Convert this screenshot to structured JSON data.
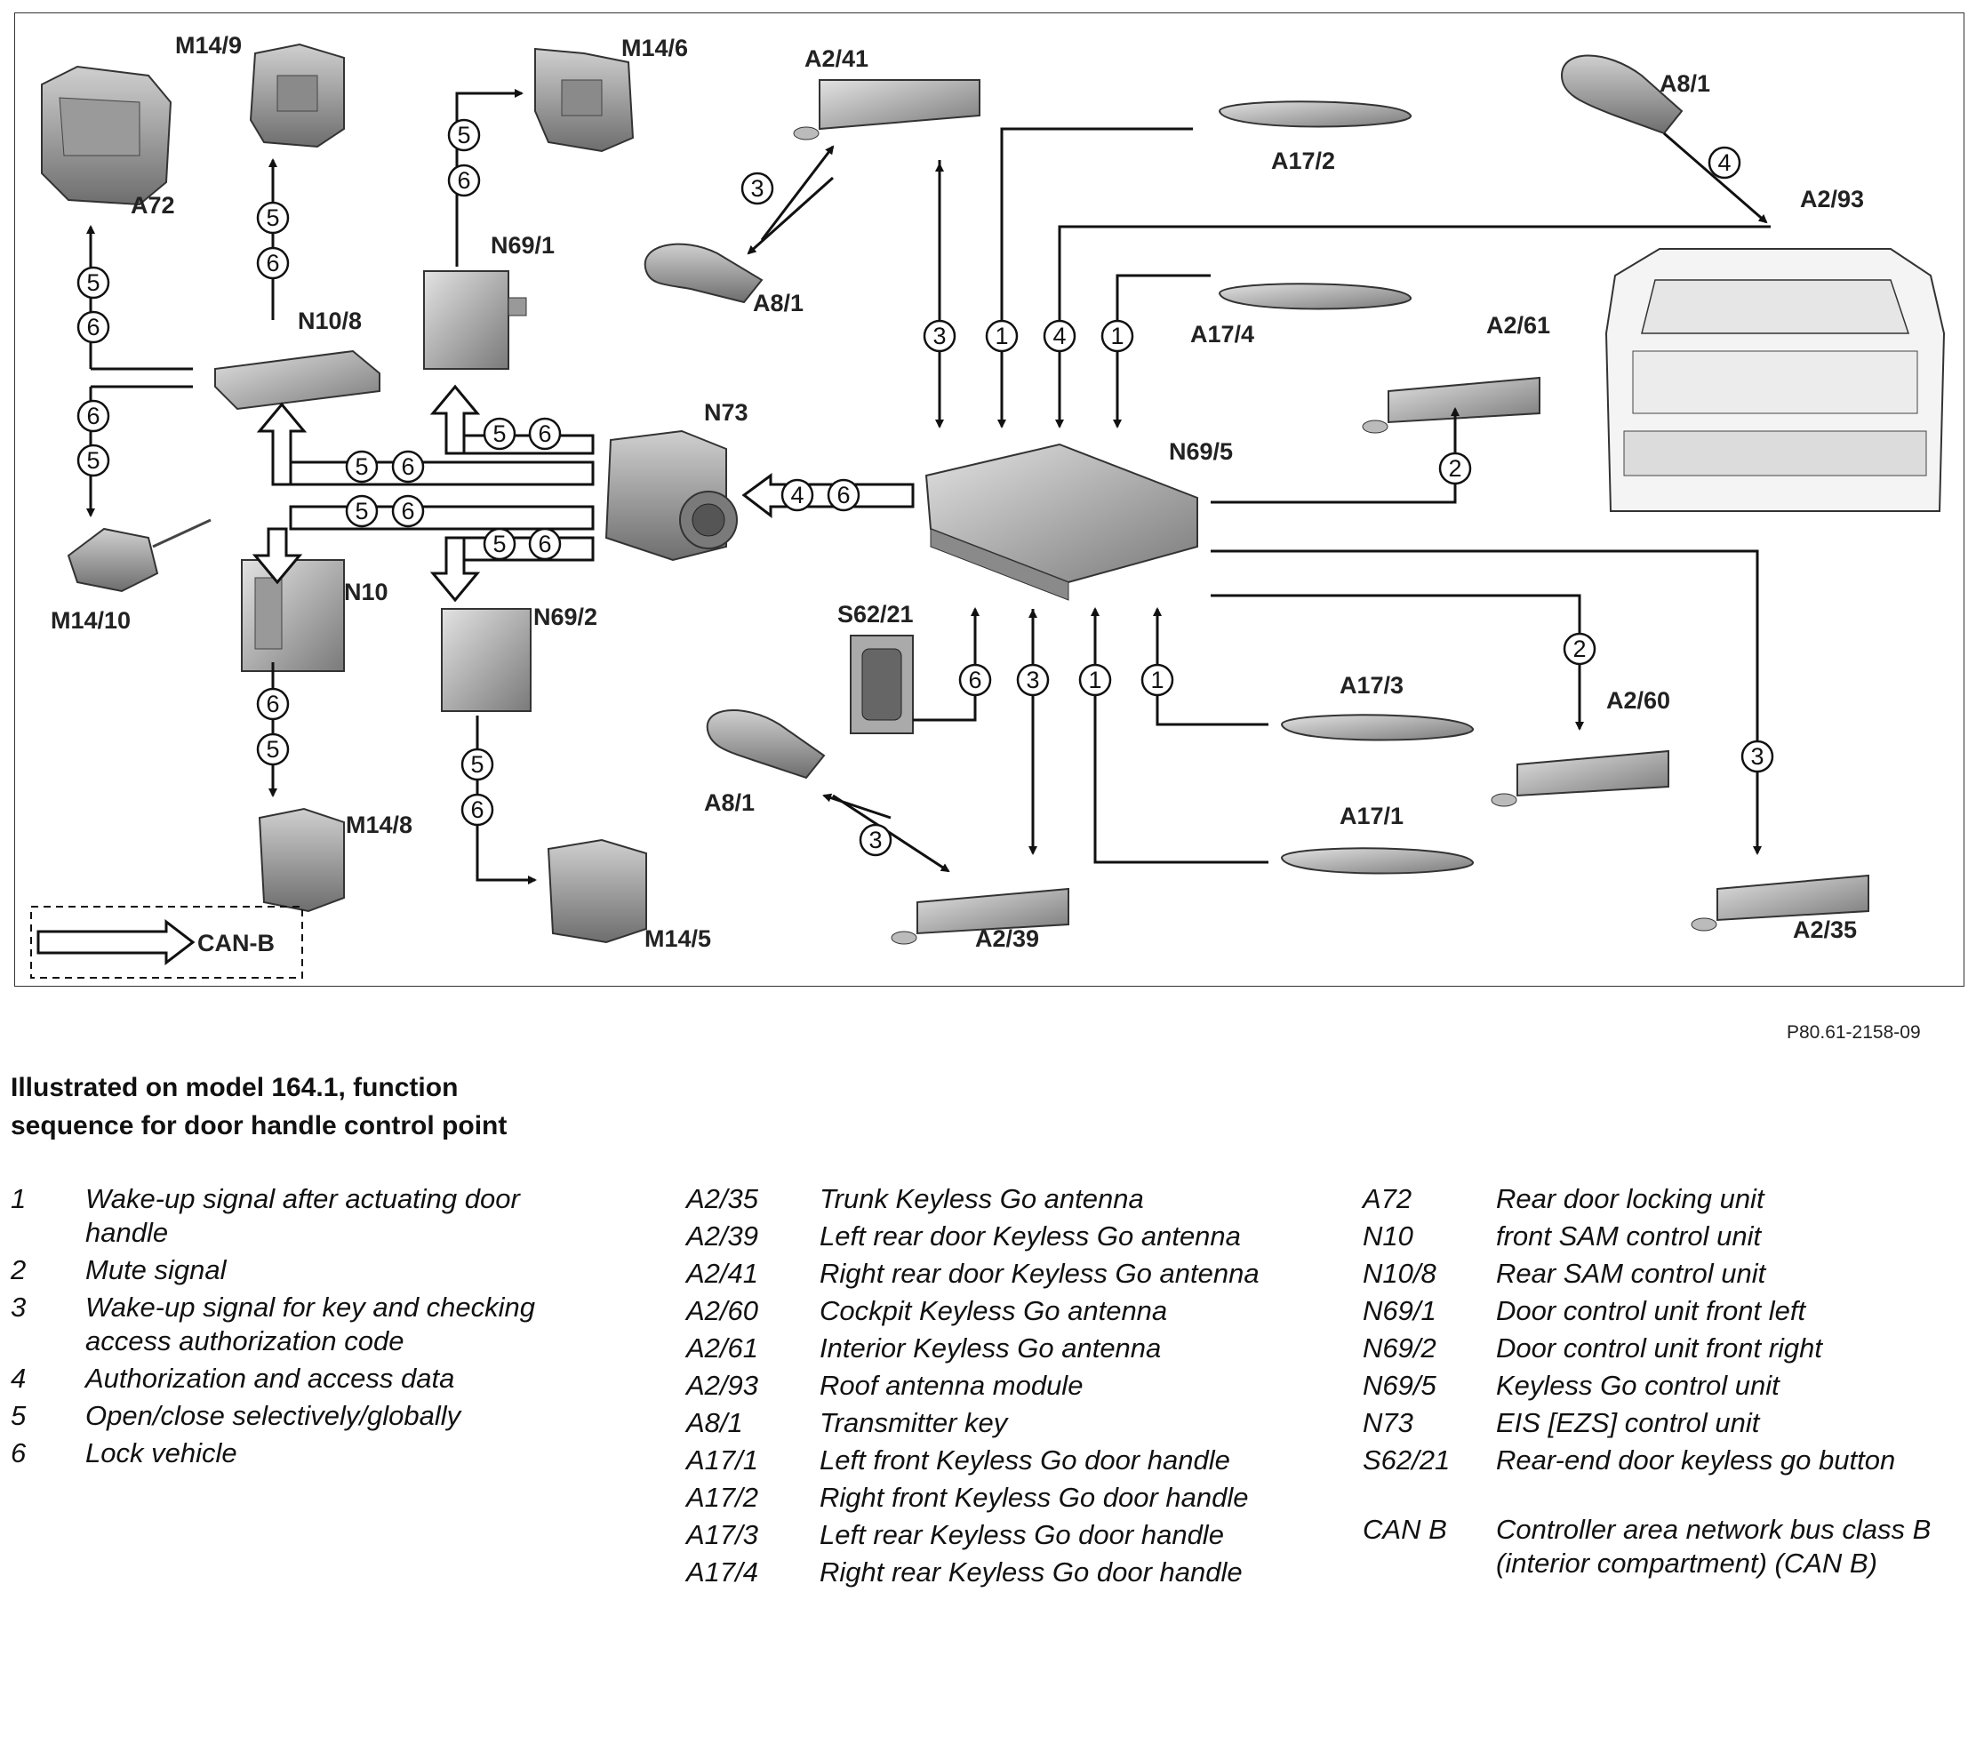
{
  "labels": {
    "A72": "A72",
    "M14_9": "M14/9",
    "M14_6": "M14/6",
    "A2_41": "A2/41",
    "A8_1_top": "A8/1",
    "A8_1_mid": "A8/1",
    "A8_1_bot": "A8/1",
    "A17_2": "A17/2",
    "A2_93": "A2/93",
    "N69_1": "N69/1",
    "N10_8": "N10/8",
    "A17_4": "A17/4",
    "A2_61": "A2/61",
    "N73": "N73",
    "N69_5": "N69/5",
    "M14_10": "M14/10",
    "N10": "N10",
    "N69_2": "N69/2",
    "S62_21": "S62/21",
    "A17_3": "A17/3",
    "A2_60": "A2/60",
    "A17_1": "A17/1",
    "M14_8": "M14/8",
    "A2_39": "A2/39",
    "M14_5": "M14/5",
    "A2_35": "A2/35",
    "CAN_B": "CAN-B"
  },
  "reference": "P80.61-2158-09",
  "title_line1": "Illustrated on model 164.1, function",
  "title_line2": "sequence for door handle control point",
  "legend_signals": [
    {
      "key": "1",
      "text": "Wake-up signal after actuating door handle"
    },
    {
      "key": "2",
      "text": "Mute signal"
    },
    {
      "key": "3",
      "text": "Wake-up signal for key and checking access authorization code"
    },
    {
      "key": "4",
      "text": "Authorization and access data"
    },
    {
      "key": "5",
      "text": "Open/close selectively/globally"
    },
    {
      "key": "6",
      "text": "Lock vehicle"
    }
  ],
  "legend_components_a": [
    {
      "key": "A2/35",
      "text": "Trunk Keyless Go antenna"
    },
    {
      "key": "A2/39",
      "text": "Left rear door Keyless Go antenna"
    },
    {
      "key": "A2/41",
      "text": "Right rear door Keyless Go antenna"
    },
    {
      "key": "A2/60",
      "text": "Cockpit Keyless Go antenna"
    },
    {
      "key": "A2/61",
      "text": "Interior Keyless Go antenna"
    },
    {
      "key": "A2/93",
      "text": "Roof antenna module"
    },
    {
      "key": "A8/1",
      "text": "Transmitter key"
    },
    {
      "key": "A17/1",
      "text": "Left front Keyless Go door handle"
    },
    {
      "key": "A17/2",
      "text": "Right front Keyless Go door handle"
    },
    {
      "key": "A17/3",
      "text": "Left rear Keyless Go door handle"
    },
    {
      "key": "A17/4",
      "text": "Right rear Keyless Go door handle"
    }
  ],
  "legend_components_b": [
    {
      "key": "A72",
      "text": "Rear door locking unit"
    },
    {
      "key": "N10",
      "text": "front SAM control unit"
    },
    {
      "key": "N10/8",
      "text": "Rear SAM control unit"
    },
    {
      "key": "N69/1",
      "text": "Door control unit front left"
    },
    {
      "key": "N69/2",
      "text": "Door control unit front right"
    },
    {
      "key": "N69/5",
      "text": "Keyless Go control unit"
    },
    {
      "key": "N73",
      "text": "EIS [EZS] control unit"
    },
    {
      "key": "S62/21",
      "text": "Rear-end door keyless go button"
    }
  ],
  "legend_bus": {
    "key": "CAN B",
    "text": "Controller area network bus class B (interior compartment) (CAN B)"
  }
}
